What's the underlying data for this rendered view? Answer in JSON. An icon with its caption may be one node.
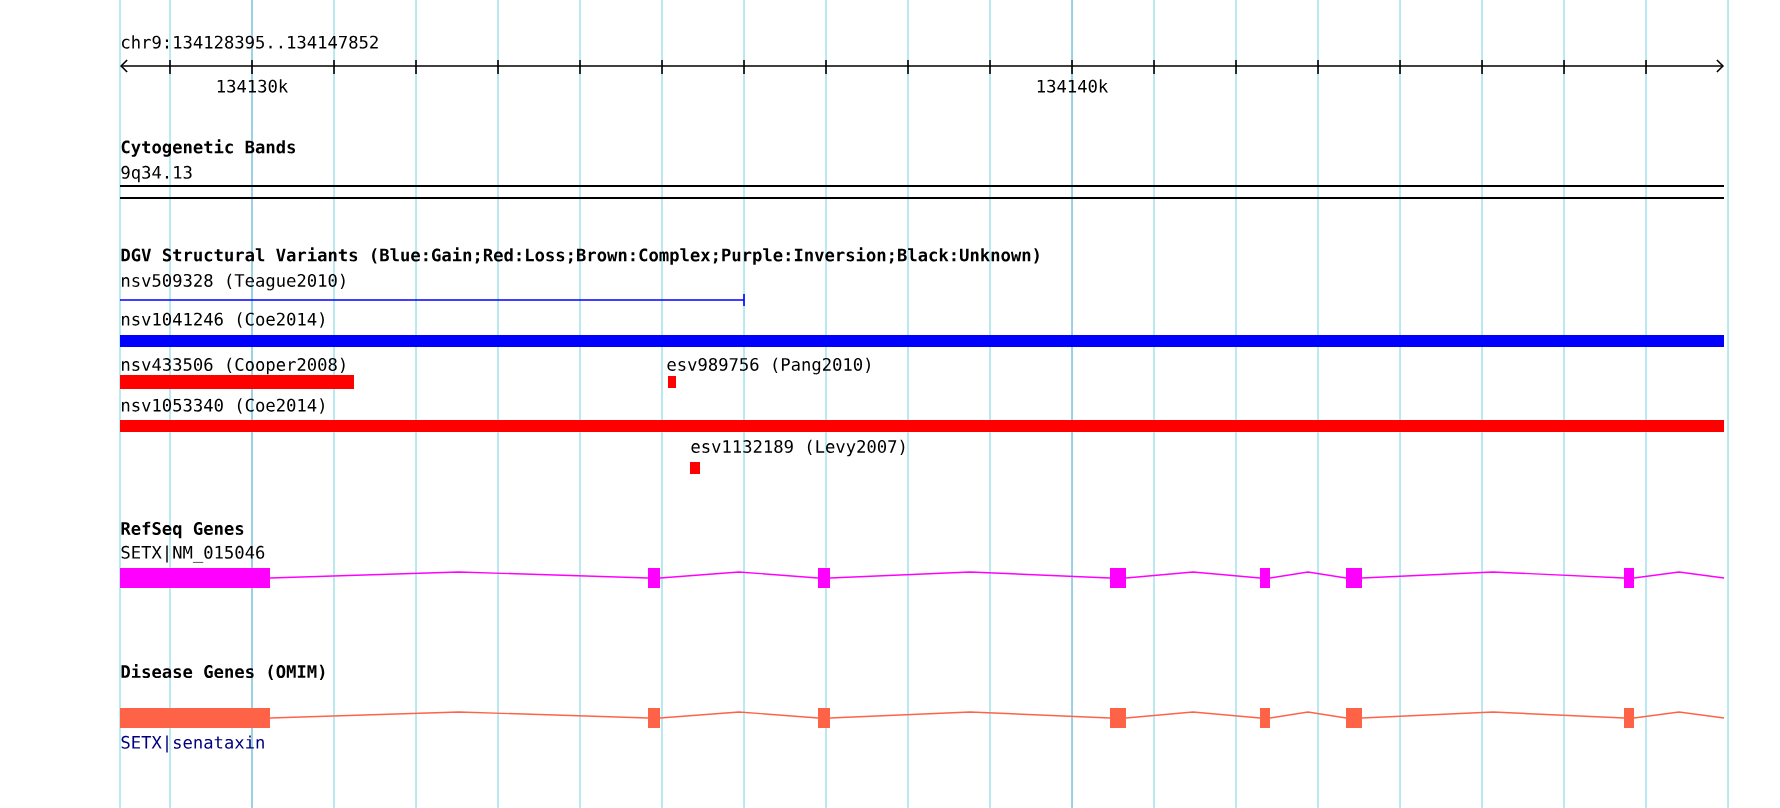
{
  "diagram": {
    "nodes": [
      {
        "text": [
          "nsv509328 (Teague2010)"
        ]
      },
      {
        "text": [
          "nsv1041246 (Coe2014)"
        ]
      },
      {
        "text": [
          "nsv433506 (Cooper2008)"
        ]
      },
      {
        "text": [
          "esv989756 (Pang2010)"
        ]
      },
      {
        "text": [
          "nsv1053340 (Coe2014)"
        ]
      },
      {
        "text": [
          "esv1132189 (Levy2007)"
        ]
      },
      {
        "text": [
          "SETX|NM_015046"
        ]
      },
      {
        "text": [
          "SETX|senataxin"
        ]
      }
    ],
    "labels": [
      "chr9:134128395..134147852",
      "134130k",
      "134140k",
      "Cytogenetic Bands",
      "9q34.13",
      "DGV Structural Variants (Blue:Gain;Red:Loss;Brown:Complex;Purple:Inversion;Black:Unknown)",
      "RefSeq Genes",
      "Disease Genes (OMIM)"
    ]
  }
}
